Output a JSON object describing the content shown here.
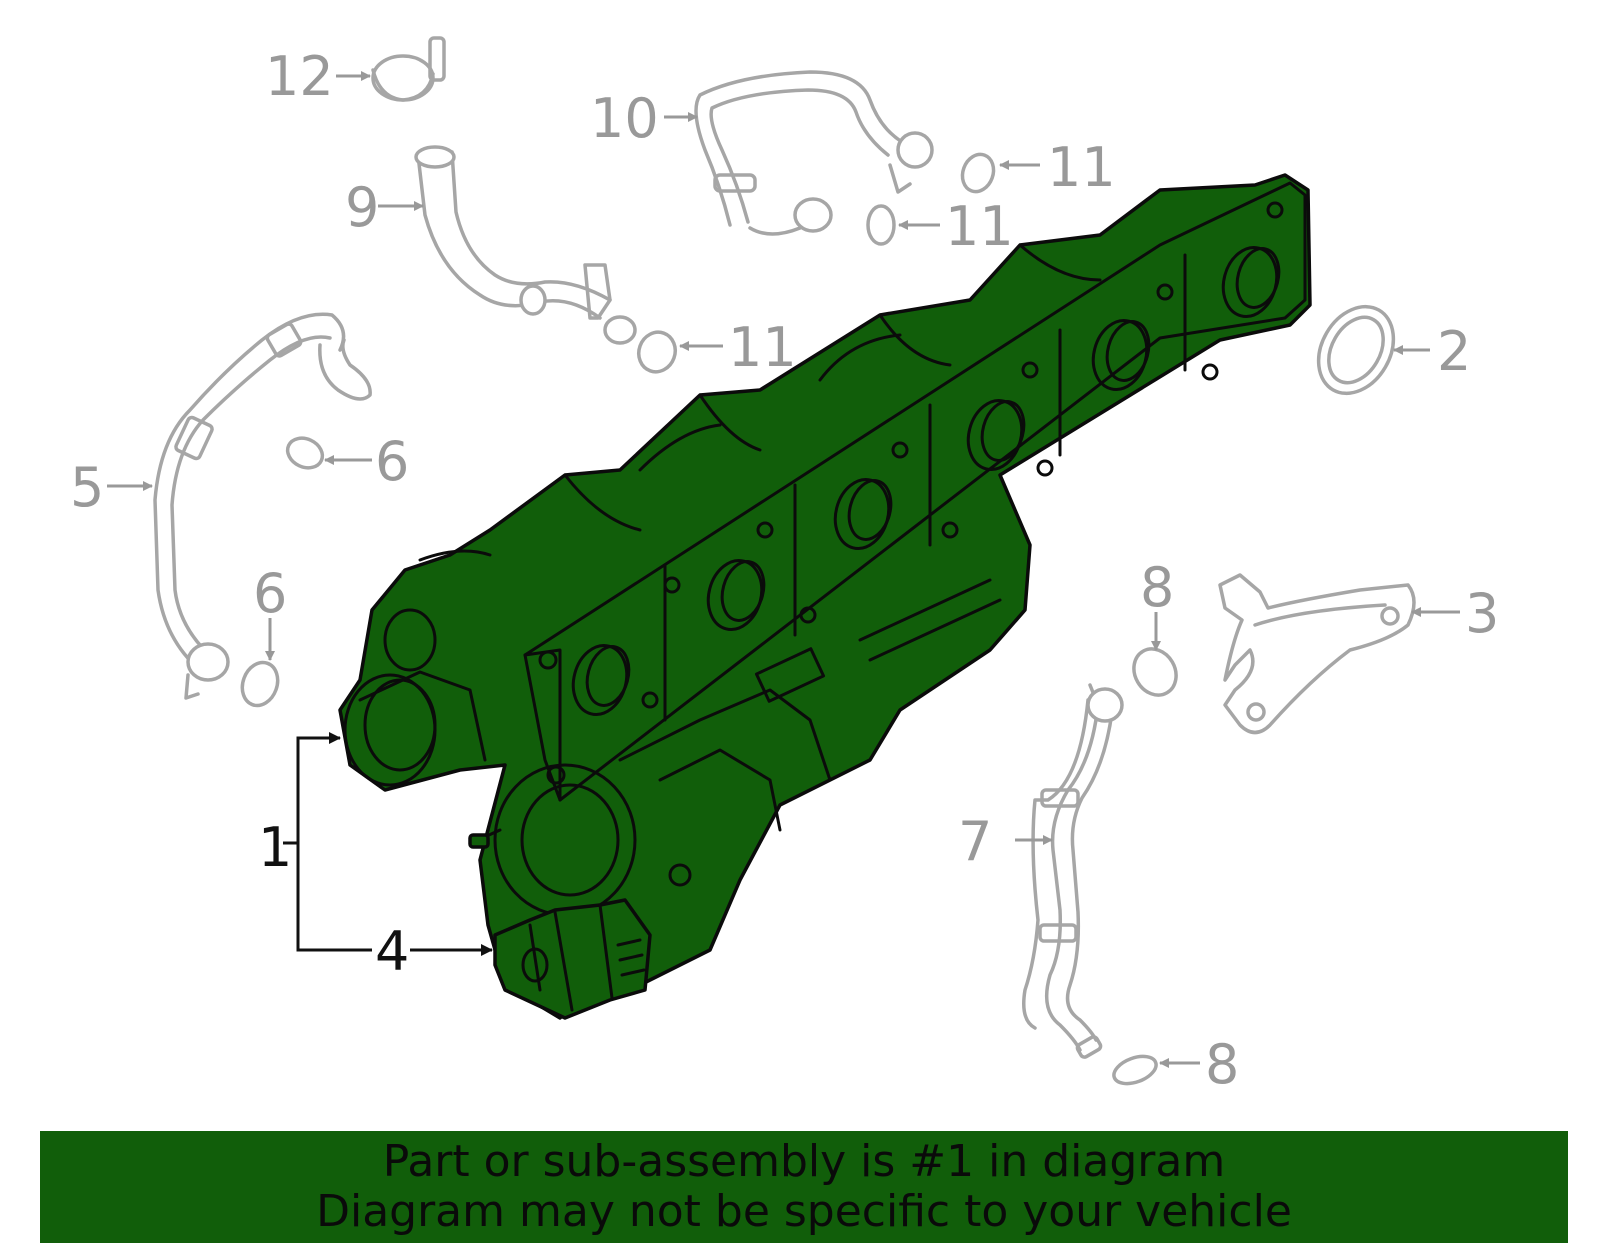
{
  "colors": {
    "highlight": "#115e0a",
    "banner": "#115e0a",
    "other_parts": "#a6a6a6",
    "callout_text": "#999999"
  },
  "callouts": {
    "c1": "1",
    "c2": "2",
    "c3": "3",
    "c4": "4",
    "c5": "5",
    "c6a": "6",
    "c6b": "6",
    "c7": "7",
    "c8a": "8",
    "c8b": "8",
    "c9": "9",
    "c10": "10",
    "c11a": "11",
    "c11b": "11",
    "c11c": "11",
    "c12": "12"
  },
  "banner": {
    "line1": "Part or sub-assembly is #1 in diagram",
    "line2": "Diagram may not be specific to your vehicle"
  }
}
